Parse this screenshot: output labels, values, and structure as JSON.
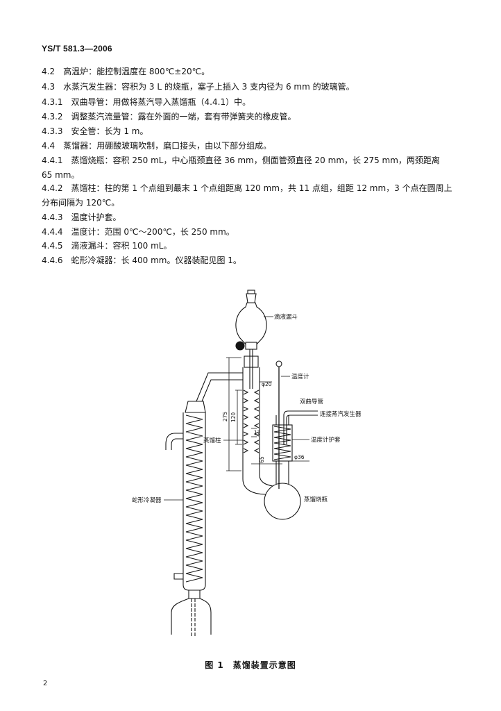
{
  "header": {
    "doc_code": "YS/T 581.3—2006"
  },
  "clauses": [
    {
      "num": "4.2",
      "text": "高温炉：能控制温度在 800℃±20℃。"
    },
    {
      "num": "4.3",
      "text": "水蒸汽发生器：容积为 3 L 的烧瓶，塞子上插入 3 支内径为 6 mm 的玻璃管。"
    },
    {
      "num": "4.3.1",
      "text": "双曲导管：用做将蒸汽导入蒸馏瓶（4.4.1）中。"
    },
    {
      "num": "4.3.2",
      "text": "调整蒸汽流量管：露在外面的一端，套有带弹簧夹的橡皮管。"
    },
    {
      "num": "4.3.3",
      "text": "安全管：长为 1 m。"
    },
    {
      "num": "4.4",
      "text": "蒸馏器：用硼酸玻璃吹制，磨口接头，由以下部分组成。"
    },
    {
      "num": "4.4.1",
      "text": "蒸馏烧瓶：容积 250 mL，中心瓶颈直径 36 mm，侧面管颈直径 20 mm，长 275 mm，两颈距离",
      "continuation": "65 mm。"
    },
    {
      "num": "4.4.2",
      "text": "蒸馏柱：柱的第 1 个点组到最末 1 个点组距离 120 mm，共 11 点组，组距 12 mm，3 个点在圆周上",
      "continuation": "分布间隔为 120℃。"
    },
    {
      "num": "4.4.3",
      "text": "温度计护套。"
    },
    {
      "num": "4.4.4",
      "text": "温度计：范围 0℃～200℃，长 250 mm。"
    },
    {
      "num": "4.4.5",
      "text": "滴液漏斗：容积 100 mL。"
    },
    {
      "num": "4.4.6",
      "text": "蛇形冷凝器：长 400 mm。仪器装配见图 1。"
    }
  ],
  "figure": {
    "labels": {
      "dropping_funnel": "滴液漏斗",
      "thermometer": "温度计",
      "bent_tube": "双曲导管",
      "steam_connection": "连接蒸汽发生器",
      "thermometer_jacket": "温度计护套",
      "column": "蒸馏柱",
      "flask": "蒸馏烧瓶",
      "condenser": "蛇形冷凝器"
    },
    "dimensions": {
      "column_length": "275",
      "point_group_span": "120",
      "side_neck_diameter": "φ20",
      "group_spacing": "12",
      "neck_distance": "65",
      "center_neck_diameter": "φ36"
    },
    "caption": "图 1　蒸馏装置示意图"
  },
  "page_number": "2"
}
